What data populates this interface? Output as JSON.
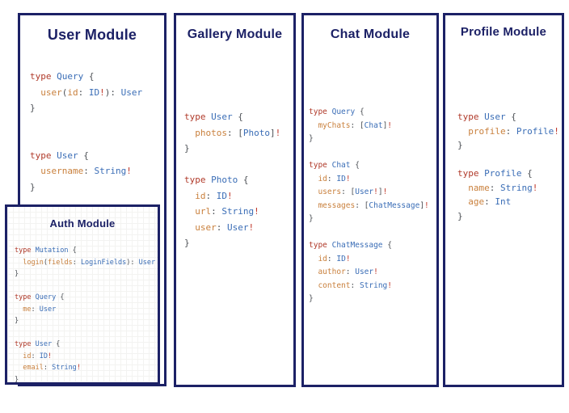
{
  "colors": {
    "navy": "#1c2166",
    "keyword_red": "#b03a2a",
    "type_blue": "#3a6db6",
    "field_orange": "#c9803d",
    "punctuation_gray": "#4d5156",
    "bang_red": "#c0392b",
    "background": "#ffffff"
  },
  "panels": {
    "user": {
      "title": "User Module",
      "code": [
        [
          [
            "kw",
            "type "
          ],
          [
            "ty",
            "Query "
          ],
          [
            "pu",
            "{"
          ]
        ],
        [
          [
            "pu",
            "  "
          ],
          [
            "fl",
            "user"
          ],
          [
            "pu",
            "("
          ],
          [
            "fl",
            "id"
          ],
          [
            "pu",
            ": "
          ],
          [
            "ty",
            "ID"
          ],
          [
            "bg",
            "!"
          ],
          [
            "pu",
            "): "
          ],
          [
            "ty",
            "User"
          ]
        ],
        [
          [
            "pu",
            "}"
          ]
        ],
        [],
        [],
        [
          [
            "kw",
            "type "
          ],
          [
            "ty",
            "User "
          ],
          [
            "pu",
            "{"
          ]
        ],
        [
          [
            "pu",
            "  "
          ],
          [
            "fl",
            "username"
          ],
          [
            "pu",
            ": "
          ],
          [
            "ty",
            "String"
          ],
          [
            "bg",
            "!"
          ]
        ],
        [
          [
            "pu",
            "}"
          ]
        ]
      ]
    },
    "auth": {
      "title": "Auth Module",
      "code": [
        [
          [
            "kw",
            "type "
          ],
          [
            "ty",
            "Mutation "
          ],
          [
            "pu",
            "{"
          ]
        ],
        [
          [
            "pu",
            "  "
          ],
          [
            "fl",
            "login"
          ],
          [
            "pu",
            "("
          ],
          [
            "fl",
            "fields"
          ],
          [
            "pu",
            ": "
          ],
          [
            "ty",
            "LoginFields"
          ],
          [
            "pu",
            "): "
          ],
          [
            "ty",
            "User"
          ]
        ],
        [
          [
            "pu",
            "}"
          ]
        ],
        [],
        [
          [
            "kw",
            "type "
          ],
          [
            "ty",
            "Query "
          ],
          [
            "pu",
            "{"
          ]
        ],
        [
          [
            "pu",
            "  "
          ],
          [
            "fl",
            "me"
          ],
          [
            "pu",
            ": "
          ],
          [
            "ty",
            "User"
          ]
        ],
        [
          [
            "pu",
            "}"
          ]
        ],
        [],
        [
          [
            "kw",
            "type "
          ],
          [
            "ty",
            "User "
          ],
          [
            "pu",
            "{"
          ]
        ],
        [
          [
            "pu",
            "  "
          ],
          [
            "fl",
            "id"
          ],
          [
            "pu",
            ": "
          ],
          [
            "ty",
            "ID"
          ],
          [
            "bg",
            "!"
          ]
        ],
        [
          [
            "pu",
            "  "
          ],
          [
            "fl",
            "email"
          ],
          [
            "pu",
            ": "
          ],
          [
            "ty",
            "String"
          ],
          [
            "bg",
            "!"
          ]
        ],
        [
          [
            "pu",
            "}"
          ]
        ]
      ]
    },
    "gallery": {
      "title": "Gallery Module",
      "code": [
        [
          [
            "kw",
            "type "
          ],
          [
            "ty",
            "User "
          ],
          [
            "pu",
            "{"
          ]
        ],
        [
          [
            "pu",
            "  "
          ],
          [
            "fl",
            "photos"
          ],
          [
            "pu",
            ": ["
          ],
          [
            "ty",
            "Photo"
          ],
          [
            "pu",
            "]"
          ],
          [
            "bg",
            "!"
          ]
        ],
        [
          [
            "pu",
            "}"
          ]
        ],
        [],
        [
          [
            "kw",
            "type "
          ],
          [
            "ty",
            "Photo "
          ],
          [
            "pu",
            "{"
          ]
        ],
        [
          [
            "pu",
            "  "
          ],
          [
            "fl",
            "id"
          ],
          [
            "pu",
            ": "
          ],
          [
            "ty",
            "ID"
          ],
          [
            "bg",
            "!"
          ]
        ],
        [
          [
            "pu",
            "  "
          ],
          [
            "fl",
            "url"
          ],
          [
            "pu",
            ": "
          ],
          [
            "ty",
            "String"
          ],
          [
            "bg",
            "!"
          ]
        ],
        [
          [
            "pu",
            "  "
          ],
          [
            "fl",
            "user"
          ],
          [
            "pu",
            ": "
          ],
          [
            "ty",
            "User"
          ],
          [
            "bg",
            "!"
          ]
        ],
        [
          [
            "pu",
            "}"
          ]
        ]
      ]
    },
    "chat": {
      "title": "Chat Module",
      "code": [
        [
          [
            "kw",
            "type "
          ],
          [
            "ty",
            "Query "
          ],
          [
            "pu",
            "{"
          ]
        ],
        [
          [
            "pu",
            "  "
          ],
          [
            "fl",
            "myChats"
          ],
          [
            "pu",
            ": ["
          ],
          [
            "ty",
            "Chat"
          ],
          [
            "pu",
            "]"
          ],
          [
            "bg",
            "!"
          ]
        ],
        [
          [
            "pu",
            "}"
          ]
        ],
        [],
        [
          [
            "kw",
            "type "
          ],
          [
            "ty",
            "Chat "
          ],
          [
            "pu",
            "{"
          ]
        ],
        [
          [
            "pu",
            "  "
          ],
          [
            "fl",
            "id"
          ],
          [
            "pu",
            ": "
          ],
          [
            "ty",
            "ID"
          ],
          [
            "bg",
            "!"
          ]
        ],
        [
          [
            "pu",
            "  "
          ],
          [
            "fl",
            "users"
          ],
          [
            "pu",
            ": ["
          ],
          [
            "ty",
            "User"
          ],
          [
            "bg",
            "!"
          ],
          [
            "pu",
            "]"
          ],
          [
            "bg",
            "!"
          ]
        ],
        [
          [
            "pu",
            "  "
          ],
          [
            "fl",
            "messages"
          ],
          [
            "pu",
            ": ["
          ],
          [
            "ty",
            "ChatMessage"
          ],
          [
            "pu",
            "]"
          ],
          [
            "bg",
            "!"
          ]
        ],
        [
          [
            "pu",
            "}"
          ]
        ],
        [],
        [
          [
            "kw",
            "type "
          ],
          [
            "ty",
            "ChatMessage "
          ],
          [
            "pu",
            "{"
          ]
        ],
        [
          [
            "pu",
            "  "
          ],
          [
            "fl",
            "id"
          ],
          [
            "pu",
            ": "
          ],
          [
            "ty",
            "ID"
          ],
          [
            "bg",
            "!"
          ]
        ],
        [
          [
            "pu",
            "  "
          ],
          [
            "fl",
            "author"
          ],
          [
            "pu",
            ": "
          ],
          [
            "ty",
            "User"
          ],
          [
            "bg",
            "!"
          ]
        ],
        [
          [
            "pu",
            "  "
          ],
          [
            "fl",
            "content"
          ],
          [
            "pu",
            ": "
          ],
          [
            "ty",
            "String"
          ],
          [
            "bg",
            "!"
          ]
        ],
        [
          [
            "pu",
            "}"
          ]
        ]
      ]
    },
    "profile": {
      "title": "Profile Module",
      "code": [
        [
          [
            "kw",
            "type "
          ],
          [
            "ty",
            "User "
          ],
          [
            "pu",
            "{"
          ]
        ],
        [
          [
            "pu",
            "  "
          ],
          [
            "fl",
            "profile"
          ],
          [
            "pu",
            ": "
          ],
          [
            "ty",
            "Profile"
          ],
          [
            "bg",
            "!"
          ]
        ],
        [
          [
            "pu",
            "}"
          ]
        ],
        [],
        [
          [
            "kw",
            "type "
          ],
          [
            "ty",
            "Profile "
          ],
          [
            "pu",
            "{"
          ]
        ],
        [
          [
            "pu",
            "  "
          ],
          [
            "fl",
            "name"
          ],
          [
            "pu",
            ": "
          ],
          [
            "ty",
            "String"
          ],
          [
            "bg",
            "!"
          ]
        ],
        [
          [
            "pu",
            "  "
          ],
          [
            "fl",
            "age"
          ],
          [
            "pu",
            ": "
          ],
          [
            "ty",
            "Int"
          ]
        ],
        [
          [
            "pu",
            "}"
          ]
        ]
      ]
    }
  }
}
